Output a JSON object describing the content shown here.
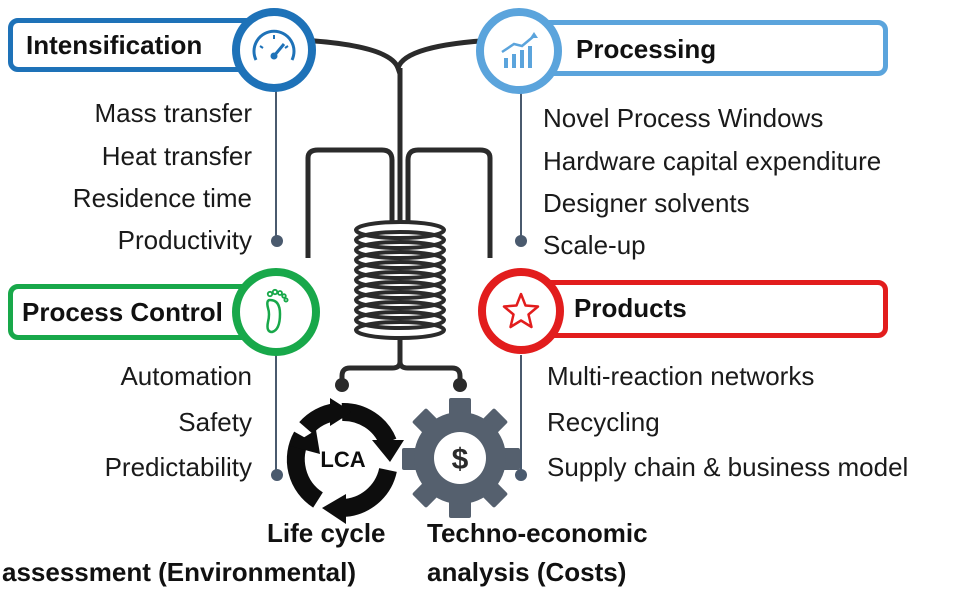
{
  "colors": {
    "intensification": "#1e72b8",
    "processing": "#5ba4dc",
    "process_control": "#18a84a",
    "products": "#e21d1d",
    "connector": "#4a5a6e",
    "pipe": "#2b2b2b",
    "gear": "#55606e",
    "lca": "#0d0d0d"
  },
  "intensification": {
    "title": "Intensification",
    "icon": "speedometer-icon",
    "items": [
      "Mass transfer",
      "Heat transfer",
      "Residence time",
      "Productivity"
    ]
  },
  "processing": {
    "title": "Processing",
    "icon": "rising-bar-chart-icon",
    "items": [
      "Novel Process Windows",
      "Hardware capital expenditure",
      "Designer solvents",
      "Scale-up"
    ]
  },
  "process_control": {
    "title": "Process Control",
    "icon": "footprint-icon",
    "items": [
      "Automation",
      "Safety",
      "Predictability"
    ]
  },
  "products": {
    "title": "Products",
    "icon": "star-icon",
    "items": [
      "Multi-reaction networks",
      "Recycling",
      "Supply chain & business model"
    ]
  },
  "lca": {
    "icon_label": "LCA",
    "caption_line1": "Life cycle",
    "caption_line2": "assessment (Environmental)"
  },
  "tea": {
    "icon_label": "$",
    "caption_line1": "Techno-economic",
    "caption_line2": "analysis (Costs)"
  }
}
